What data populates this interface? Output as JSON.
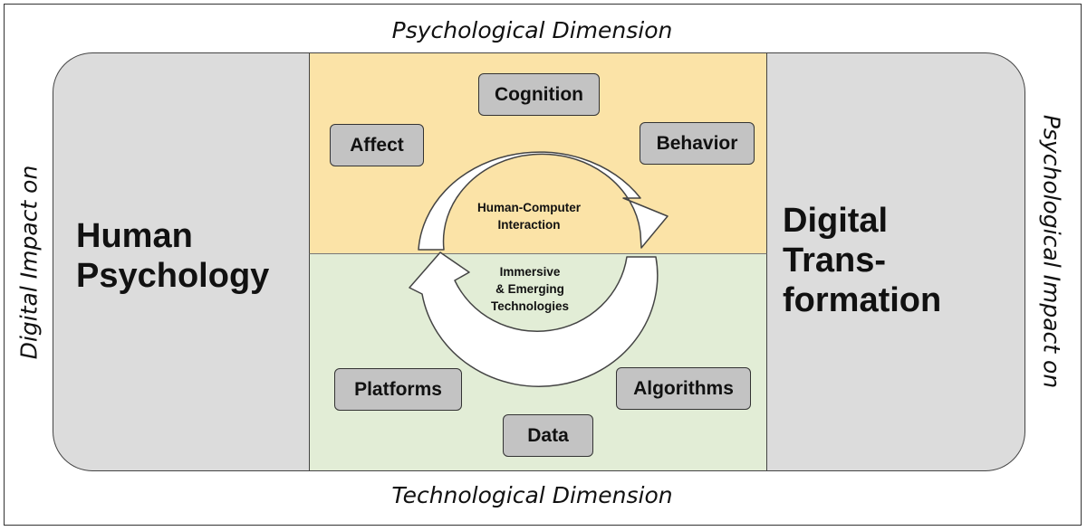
{
  "dimensions": {
    "top": "Psychological Dimension",
    "bottom": "Technological Dimension"
  },
  "impact_labels": {
    "left": "Digital Impact on",
    "right": "Psychological Impact on"
  },
  "left_panel": {
    "title": "Human\nPsychology"
  },
  "right_panel": {
    "title": "Digital\nTrans-\nformation"
  },
  "psychological_boxes": [
    "Cognition",
    "Affect",
    "Behavior"
  ],
  "technological_boxes": [
    "Platforms",
    "Algorithms",
    "Data"
  ],
  "cycle": {
    "top_label": "Human-Computer\nInteraction",
    "bottom_label": "Immersive\n& Emerging\nTechnologies"
  },
  "colors": {
    "psychological_area": "#fbe3a7",
    "technological_area": "#e2edd6",
    "side_panels": "#dcdcdc",
    "boxes": "#c3c3c3"
  }
}
